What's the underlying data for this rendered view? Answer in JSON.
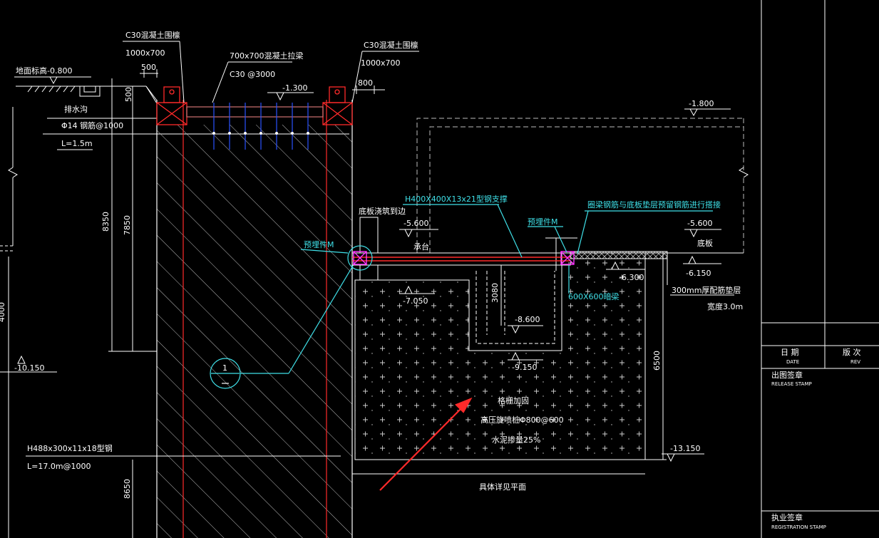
{
  "labels": {
    "wall_beam_left": "C30混凝土围檩",
    "wall_beam_left_size": "1000x700",
    "dim_500": "500",
    "tie_beam": "700x700混凝土拉梁",
    "tie_beam_spacing": "C30 @3000",
    "wall_beam_right": "C30混凝土围檩",
    "wall_beam_right_size": "1000x700",
    "dim_800": "800",
    "elev_ground": "地面标高-0.800",
    "dim_500_side": "500",
    "drain": "排水沟",
    "rebar": "Φ14 钢筋@1000",
    "rebar_len": "L=1.5m",
    "elev_1300": "-1.300",
    "elev_1800": "-1.800",
    "steel_brace": "H400X400X13x21型钢支撑",
    "slab_pour": "底板浇筑到边",
    "embed_left": "预埋件M",
    "elev_5600_left": "-5.600",
    "pile_cap": "承台",
    "embed_right": "预埋件M",
    "ring_beam_note": "圈梁钢筋与底板垫层预留钢筋进行搭接",
    "elev_5600_right": "-5.600",
    "slab": "底板",
    "elev_6300": "-6.300",
    "elev_6150": "-6.150",
    "cushion": "300mm厚配筋垫层",
    "width": "宽度3.0m",
    "dim_8350": "8350",
    "dim_7850": "7850",
    "dim_3080": "3080",
    "elev_7050": "-7.050",
    "elev_8600": "-8.600",
    "beam_600": "600X600暗梁",
    "elev_9150": "-9.150",
    "dim_6500": "6500",
    "elev_10150": "-10.150",
    "dim_4000": "4000",
    "detail_num": "1",
    "grid_reinf": "格栅加固",
    "jet_pile": "高压旋喷桩Φ800@600",
    "cement": "水泥掺量25%",
    "h_steel": "H488x300x11x18型钢",
    "h_steel_len": "L=17.0m@1000",
    "elev_13150": "-13.150",
    "dim_8650": "8650",
    "see_plan": "具体详见平面"
  },
  "title_block": {
    "date_cn": "日 期",
    "date_en": "DATE",
    "rev_cn": "版 次",
    "rev_en": "REV",
    "release_cn": "出图签章",
    "release_en": "RELEASE STAMP",
    "reg_cn": "执业签章",
    "reg_en": "REGISTRATION STAMP"
  },
  "colors": {
    "background": "#000000",
    "line_white": "#ffffff",
    "red": "#ff2a2a",
    "cyan": "#3fe0e8",
    "blue": "#2a52ff",
    "magenta": "#ff33ff",
    "gray": "#9a9a9a"
  }
}
